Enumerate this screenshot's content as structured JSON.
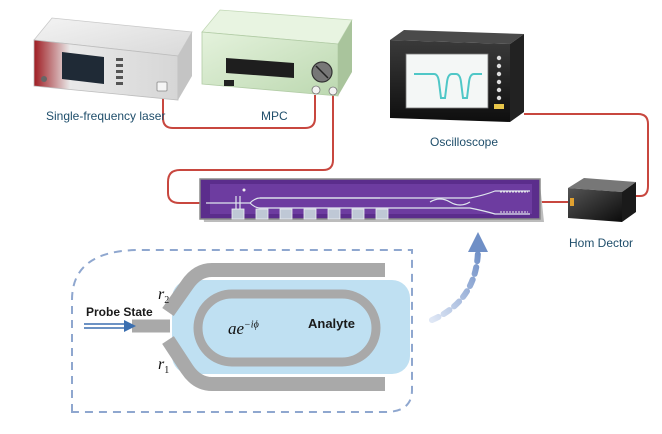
{
  "labels": {
    "laser": "Single-frequency laser",
    "mpc": "MPC",
    "oscilloscope": "Oscilloscope",
    "detector": "Hom Dector",
    "probe_state": "Probe State",
    "analyte": "Analyte"
  },
  "math": {
    "r2_base": "r",
    "r2_sub": "2",
    "r1_base": "r",
    "r1_sub": "1",
    "phase_base": "ae",
    "phase_sup": "−iϕ"
  },
  "colors": {
    "fiber": "#c8473f",
    "label_text": "#1f4e6b",
    "chip_purple": "#5b2d8c",
    "waveguide_gray": "#a9a9a9",
    "analyte_blue": "#bfe0f2",
    "dashed_blue": "#8fa7cf",
    "scope_trace": "#4fc7c7",
    "laser_red": "#b3262d",
    "mpc_green": "#cfe6c4"
  }
}
